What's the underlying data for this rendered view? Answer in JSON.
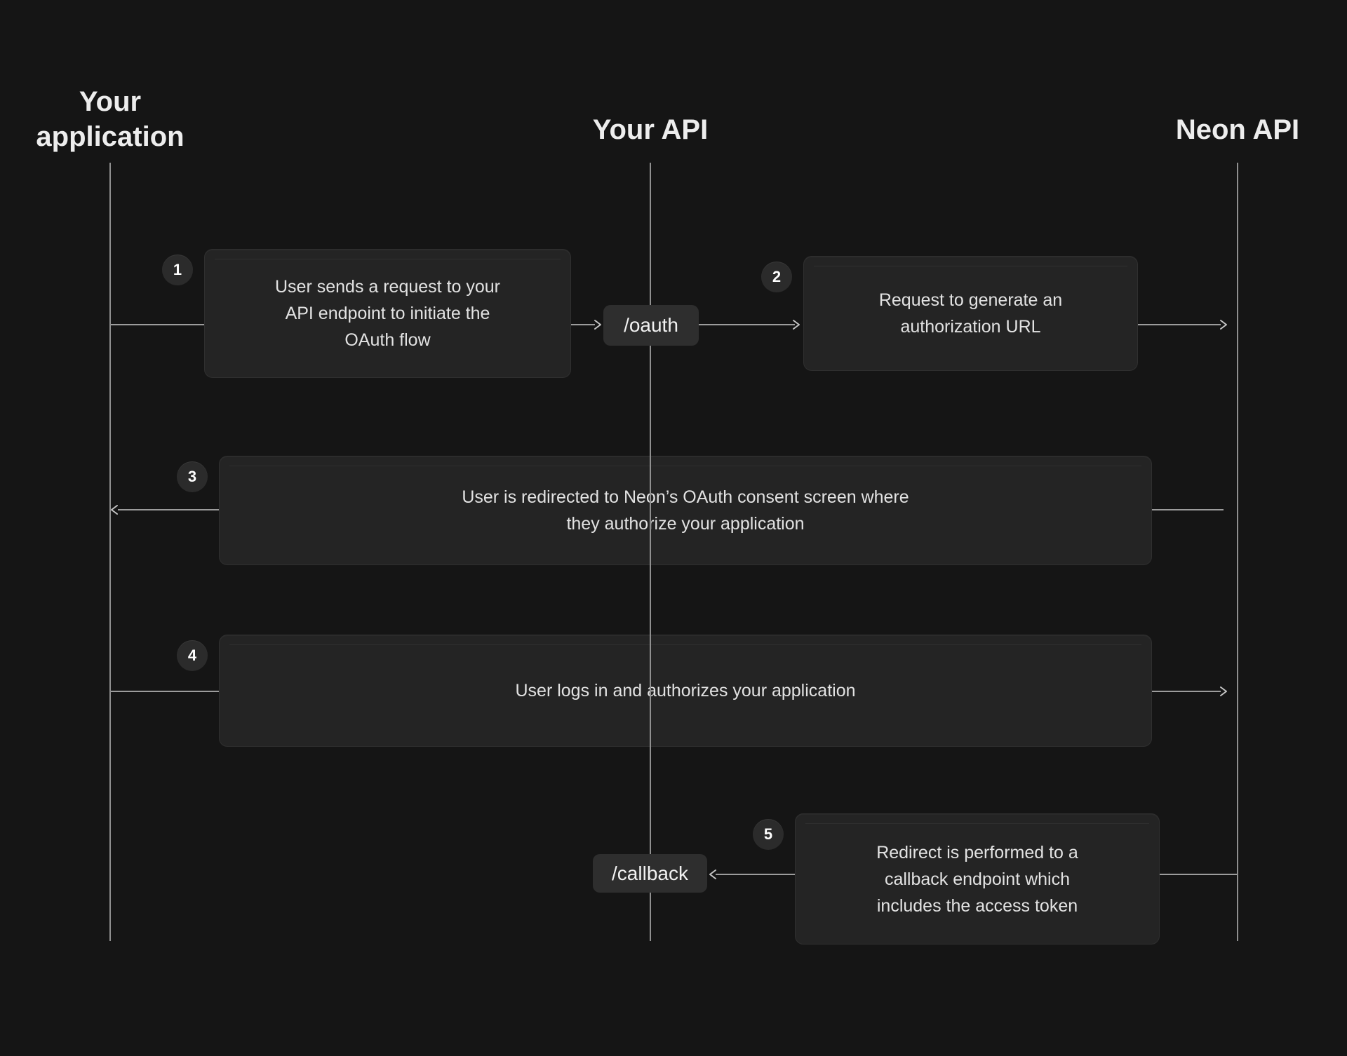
{
  "lanes": [
    {
      "label": "Your application"
    },
    {
      "label": "Your API"
    },
    {
      "label": "Neon API"
    }
  ],
  "steps": [
    {
      "num": "1",
      "text": "User sends a request to your\nAPI endpoint to initiate the\nOAuth flow",
      "from": "Your application",
      "to": "Your API",
      "arrow": "right"
    },
    {
      "num": "2",
      "text": "Request to generate an\nauthorization URL",
      "from": "Your API",
      "to": "Neon API",
      "arrow": "right"
    },
    {
      "num": "3",
      "text": "User is redirected to Neon’s OAuth consent screen where\nthey authorize your application",
      "from": "Neon API",
      "to": "Your application",
      "arrow": "left"
    },
    {
      "num": "4",
      "text": "User logs in and authorizes your application",
      "from": "Your application",
      "to": "Neon API",
      "arrow": "right"
    },
    {
      "num": "5",
      "text": "Redirect is performed to a\ncallback endpoint which\nincludes the access token",
      "from": "Neon API",
      "to": "Your API",
      "arrow": "left"
    }
  ],
  "endpoints": [
    {
      "label": "/oauth"
    },
    {
      "label": "/callback"
    }
  ],
  "colors": {
    "background": "#151515",
    "box": "#242424",
    "label": "#2e2e2e",
    "badge": "#2b2b2b",
    "line": "#9c9c9c",
    "lifeline": "#8f8f8f",
    "arrowhead": "#c4c4c4",
    "text": "#e2e2e2",
    "heading": "#ededed",
    "endpoint_text": "#f1f1f1"
  }
}
